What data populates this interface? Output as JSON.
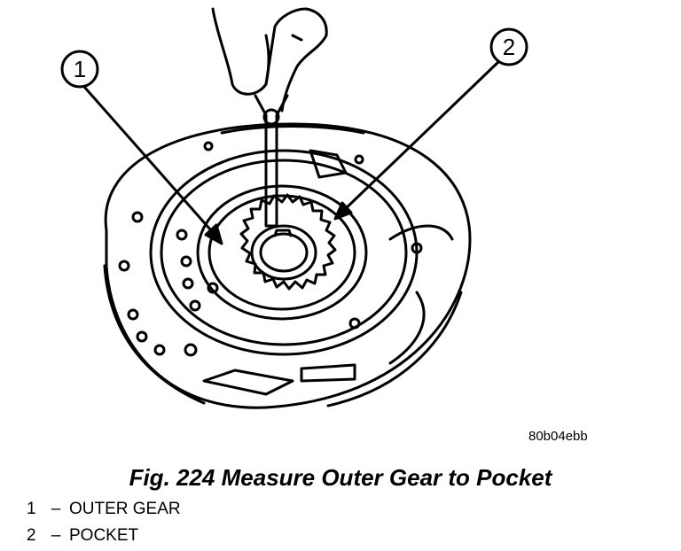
{
  "callouts": [
    {
      "number": "1",
      "label": "OUTER GEAR"
    },
    {
      "number": "2",
      "label": "POCKET"
    }
  ],
  "image_code": "80b04ebb",
  "caption": "Fig. 224 Measure Outer Gear to Pocket",
  "legend_dash": "–",
  "colors": {
    "ink": "#000000",
    "paper": "#ffffff"
  },
  "icons": [
    "hand-icon",
    "feeler-gauge-icon",
    "pump-body",
    "outer-gear",
    "inner-gear"
  ]
}
